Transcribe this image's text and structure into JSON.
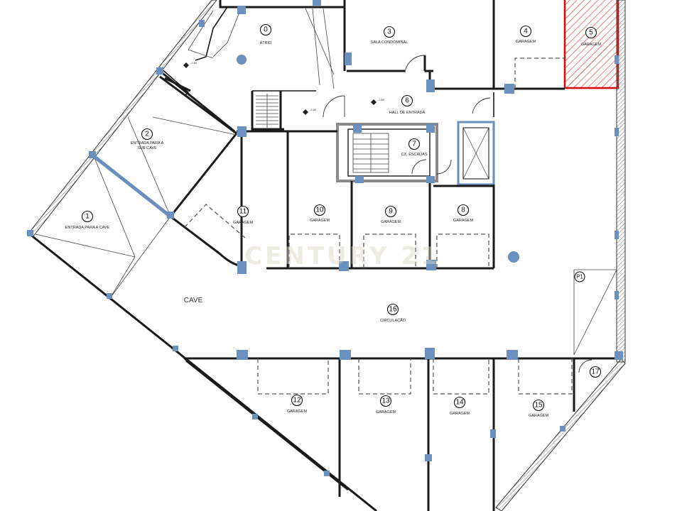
{
  "plan": {
    "rooms": [
      {
        "number": "0",
        "label": "ÁTRIO"
      },
      {
        "number": "1",
        "label": "ENTRADA PARA A CAVE"
      },
      {
        "number": "2",
        "label_lines": [
          "ENTRADA PARA A",
          "SUB-CAVE"
        ]
      },
      {
        "number": "3",
        "label": "SALA CONDOMINAL"
      },
      {
        "number": "4",
        "label": "GARAGEM"
      },
      {
        "number": "5",
        "label": "GARAGEM"
      },
      {
        "number": "6",
        "label": "HALL DE ENTRADA"
      },
      {
        "number": "7",
        "label": "CX. ESCADAS"
      },
      {
        "number": "8",
        "label": "GARAGEM"
      },
      {
        "number": "9",
        "label": "GARAGEM"
      },
      {
        "number": "10",
        "label": "GARAGEM"
      },
      {
        "number": "11",
        "label": "GARAGEM"
      },
      {
        "number": "12",
        "label": "GARAGEM"
      },
      {
        "number": "13",
        "label": "GARAGEM"
      },
      {
        "number": "14",
        "label": "GARAGEM"
      },
      {
        "number": "15",
        "label": "GARAGEM"
      },
      {
        "number": "16",
        "label": "CIRCULAÇÃO"
      },
      {
        "number": "17",
        "label": ""
      }
    ],
    "area_label": "CAVE",
    "pillar_tag": "P1",
    "watermark": "CENTURY 21",
    "level_marks": [
      "-2,80",
      "-2,80",
      "-2,80"
    ],
    "colors": {
      "highlight_outline": "#d10f0f",
      "highlight_hatch": "#e04848",
      "columns": "#6b8fbf",
      "walls": "#1a1a1a"
    }
  }
}
